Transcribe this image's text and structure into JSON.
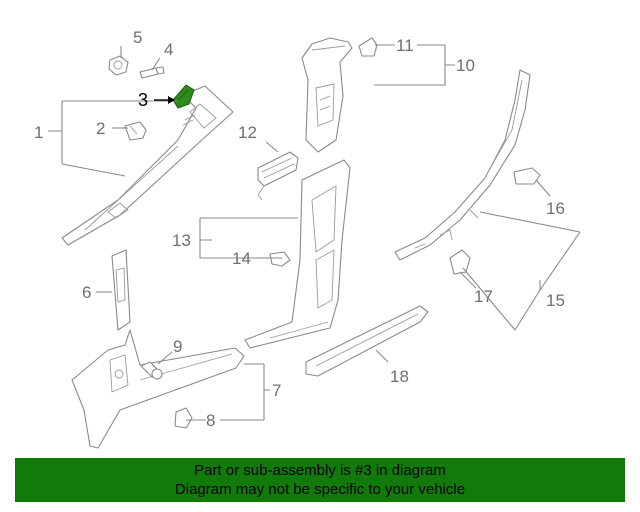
{
  "callouts": {
    "c1": "1",
    "c2": "2",
    "c3": "3",
    "c4": "4",
    "c5": "5",
    "c6": "6",
    "c7": "7",
    "c8": "8",
    "c9": "9",
    "c10": "10",
    "c11": "11",
    "c12": "12",
    "c13": "13",
    "c14": "14",
    "c15": "15",
    "c16": "16",
    "c17": "17",
    "c18": "18"
  },
  "highlighted_part": "3",
  "colors": {
    "banner": "#117a0b",
    "highlight_part": "#2f8a1c",
    "line": "#8a8a8a"
  },
  "banner": {
    "line1": "Part or sub-assembly is #3 in diagram",
    "line2": "Diagram may not be specific to your vehicle"
  }
}
